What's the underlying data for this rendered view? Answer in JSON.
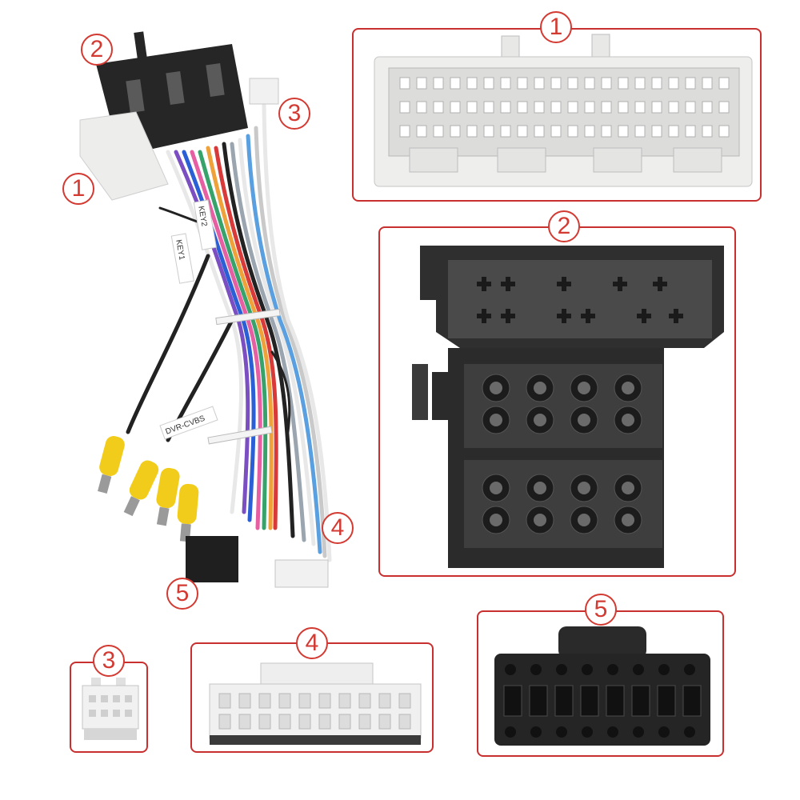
{
  "colors": {
    "frame": "#c8302f",
    "badge": "#d23a32",
    "connector_white": "#e9e9e7",
    "connector_black": "#2c2c2c",
    "rca_yellow": "#f2cc1a"
  },
  "labels": {
    "badge_1": "1",
    "badge_2": "2",
    "badge_3": "3",
    "badge_4": "4",
    "badge_5": "5"
  },
  "wire_tags": {
    "tag_a": "KEY1",
    "tag_b": "KEY2",
    "tag_c": "DVR-CVBS"
  }
}
